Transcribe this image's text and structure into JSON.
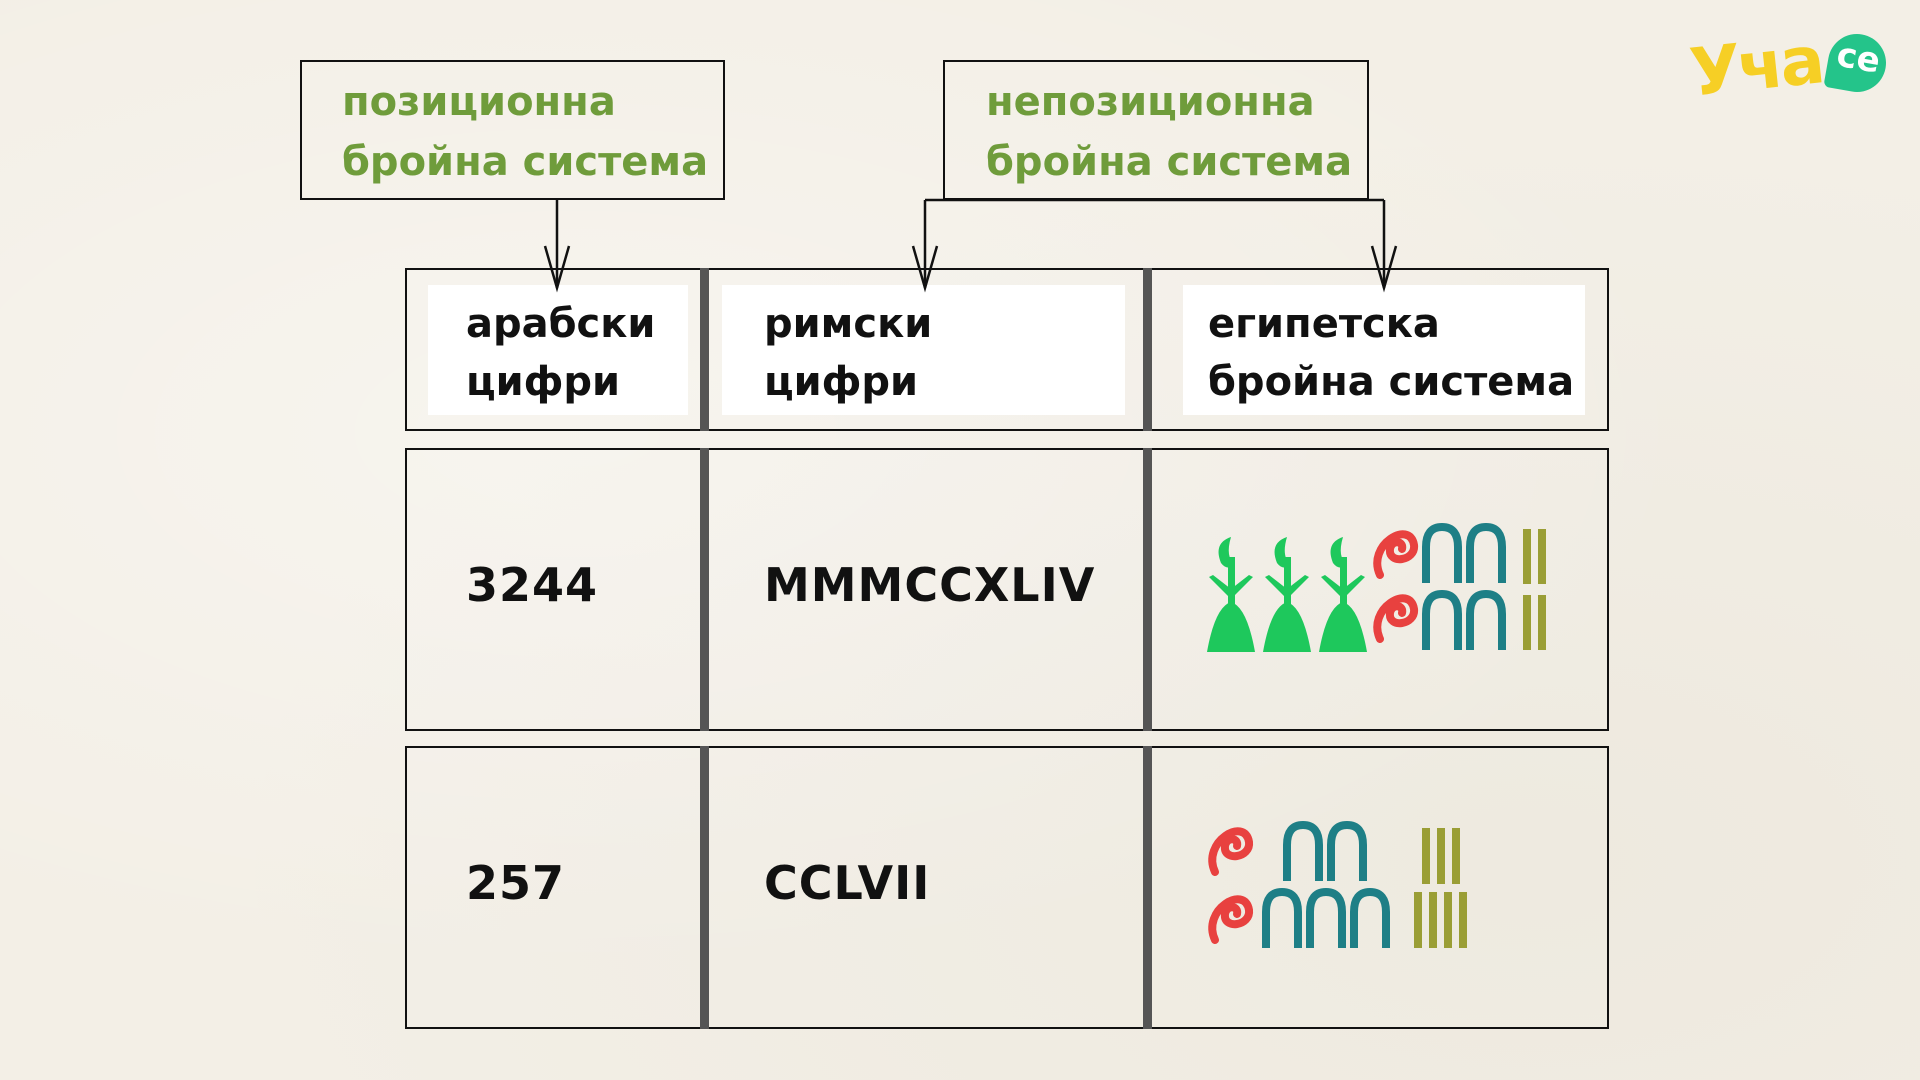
{
  "logo": {
    "name": "Уча",
    "suffix": "се"
  },
  "categories": {
    "positional": [
      "позиционна",
      "бройна система"
    ],
    "non_positional": [
      "непозиционна",
      "бройна система"
    ]
  },
  "table": {
    "headers": [
      [
        "арабски",
        "цифри"
      ],
      [
        "римски",
        "цифри"
      ],
      [
        "египетска",
        "бройна система"
      ]
    ],
    "rows": [
      {
        "arabic": "3244",
        "roman": "MMMCCXLIV",
        "egyptian": {
          "thousands": 3,
          "hundreds": 2,
          "tens": 4,
          "units": 4
        }
      },
      {
        "arabic": "257",
        "roman": "CCLVII",
        "egyptian": {
          "thousands": 0,
          "hundreds": 2,
          "tens": 5,
          "units": 7
        }
      }
    ]
  },
  "colors": {
    "label_green": "#6f9c3b",
    "lotus_green": "#1ec85c",
    "coil_red": "#e8413f",
    "heel_teal": "#1e7f86",
    "stroke_olive": "#9a9e35",
    "logo_yellow": "#f6cf25",
    "logo_bubble": "#24c48a"
  },
  "icons": [
    "lotus-icon",
    "coil-rope-icon",
    "heel-bone-icon",
    "stroke-icon"
  ]
}
